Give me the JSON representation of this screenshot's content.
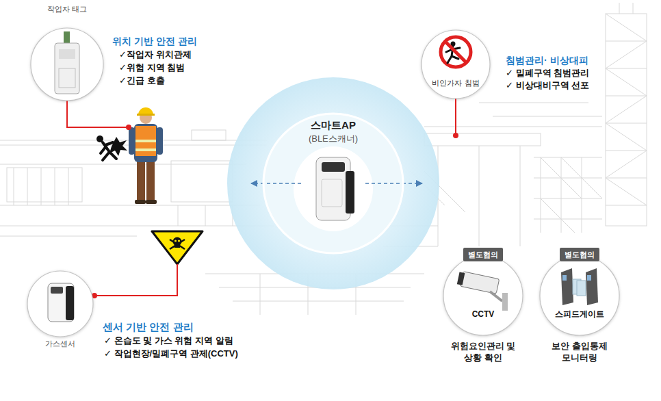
{
  "diagram": {
    "nodes": [
      {
        "text": [
          "작업자 태그"
        ]
      },
      {
        "text": [
          "비인가자 침범"
        ]
      },
      {
        "text": [
          "스마트AP",
          "(BLE스캐너)"
        ]
      },
      {
        "text": [
          "가스센서"
        ]
      },
      {
        "text": [
          "별도협의"
        ]
      },
      {
        "text": [
          "CCTV",
          "위험요인관리 및 상황 확인"
        ]
      },
      {
        "text": [
          "별도협의"
        ]
      },
      {
        "text": [
          "스피드게이트",
          "보안 출입통제 모니터링"
        ]
      }
    ],
    "labels": [
      "위치 기반 안전 관리",
      "✓작업자 위치관제",
      "✓위험 지역 침범",
      "✓긴급 호출",
      "침범관리· 비상대피",
      "✓ 밀폐구역 침범관리",
      "✓ 비상대비구역 선포",
      "센서 기반 안전 관리",
      "✓ 온습도 및 가스 위험 지역 알림",
      "✓ 작업현장/밀폐구역 관제(CCTV)"
    ]
  }
}
